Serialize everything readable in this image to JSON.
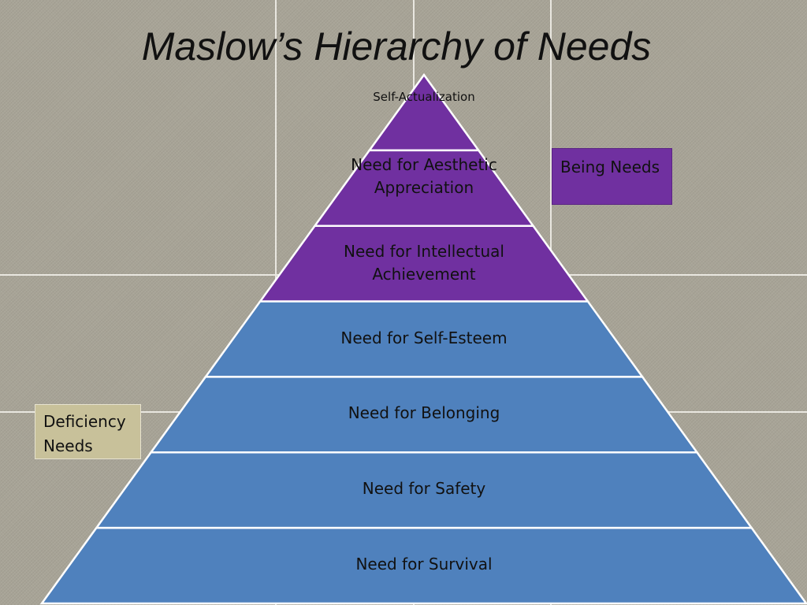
{
  "slide": {
    "title": "Maslow’s Hierarchy of Needs"
  },
  "pyramid": {
    "tiers": [
      {
        "label": "Self-Actualization",
        "group": "being"
      },
      {
        "label": "Need for Aesthetic Appreciation",
        "group": "being"
      },
      {
        "label": "Need for Intellectual Achievement",
        "group": "being"
      },
      {
        "label": "Need for Self-Esteem",
        "group": "deficiency"
      },
      {
        "label": "Need for Belonging",
        "group": "deficiency"
      },
      {
        "label": "Need for Safety",
        "group": "deficiency"
      },
      {
        "label": "Need for Survival",
        "group": "deficiency"
      }
    ]
  },
  "legend": {
    "being_label": "Being Needs",
    "deficiency_label": "Deficiency Needs"
  },
  "colors": {
    "being": "#7030a0",
    "deficiency": "#4f81bd",
    "deficiency_box": "#c8c19a",
    "tier_border": "#ffffff"
  }
}
